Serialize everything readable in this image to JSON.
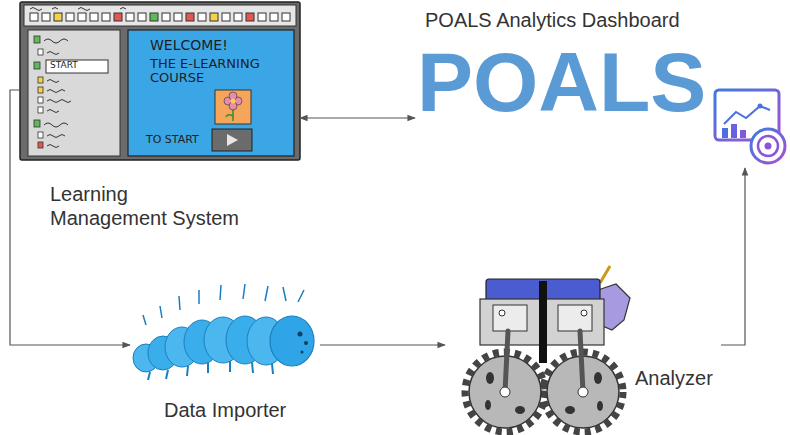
{
  "diagram": {
    "nodes": [
      {
        "text": [
          "Learning Management System"
        ]
      },
      {
        "text": [
          "POALS Analytics Dashboard",
          "POALS"
        ]
      },
      {
        "text": [
          "Data Importer"
        ]
      },
      {
        "text": [
          "Analyzer"
        ]
      }
    ],
    "edges": [
      {
        "from": 0,
        "to": 1,
        "arrow": "both"
      },
      {
        "from": 0,
        "to": 2,
        "arrow": "to"
      },
      {
        "from": 2,
        "to": 3,
        "arrow": "to"
      },
      {
        "from": 3,
        "to": 1,
        "arrow": "to"
      }
    ],
    "labels": [
      "WELCOME!",
      "THE E-LEARNING COURSE",
      "TO START",
      "START"
    ]
  }
}
